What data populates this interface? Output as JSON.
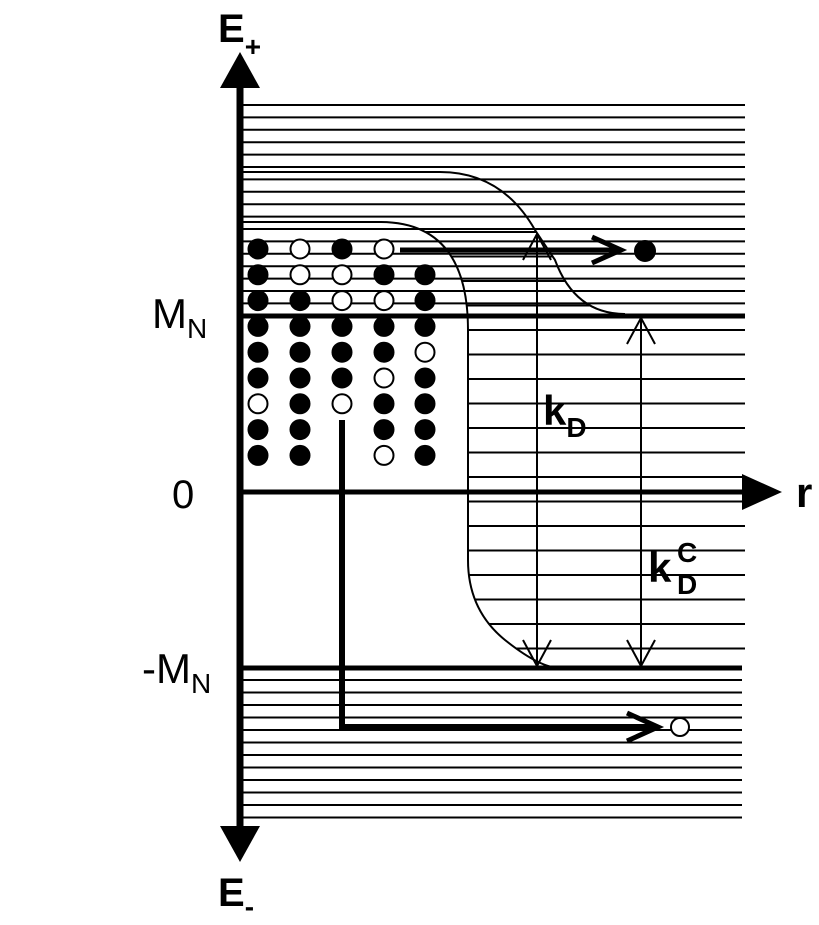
{
  "labels": {
    "e_plus": {
      "main": "E",
      "sub": "+"
    },
    "e_minus": {
      "main": "E",
      "sub": "-"
    },
    "r_axis": "r",
    "mn": {
      "main": "M",
      "sub": "N"
    },
    "neg_mn": {
      "main": "-M",
      "sub": "N"
    },
    "zero": "0",
    "kd": {
      "main": "k",
      "sub": "D"
    },
    "kdc": {
      "main": "k",
      "sub": "D",
      "sup": "C"
    }
  },
  "colors": {
    "ink": "#000000",
    "background": "#ffffff"
  },
  "electron_grid": {
    "columns": 5,
    "rows": [
      [
        "filled",
        "empty",
        "filled",
        "empty",
        null
      ],
      [
        "filled",
        "empty",
        "empty",
        "filled",
        "filled"
      ],
      [
        "filled",
        "filled",
        "empty",
        "empty",
        "filled"
      ],
      [
        "filled",
        "filled",
        "filled",
        "filled",
        "filled"
      ],
      [
        "filled",
        "filled",
        "filled",
        "filled",
        "empty"
      ],
      [
        "filled",
        "filled",
        "filled",
        "empty",
        "filled"
      ],
      [
        "empty",
        "filled",
        "empty",
        "filled",
        "filled"
      ],
      [
        "filled",
        "filled",
        null,
        "filled",
        "filled"
      ],
      [
        "filled",
        "filled",
        null,
        "empty",
        "filled"
      ]
    ]
  }
}
